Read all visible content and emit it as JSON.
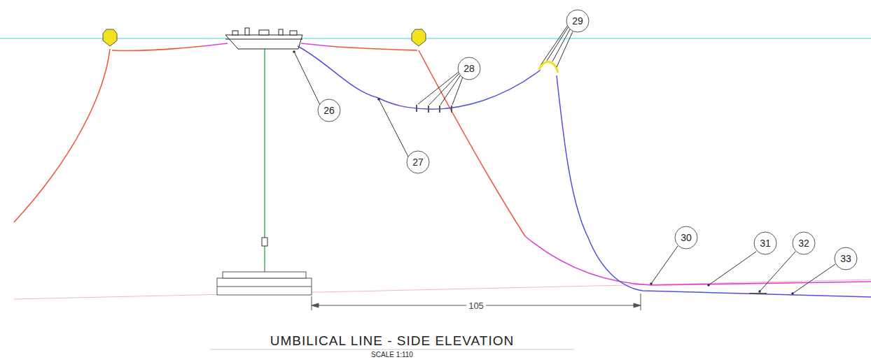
{
  "diagram": {
    "title": "UMBILICAL LINE - SIDE ELEVATION",
    "caption": "SCALE 1:110",
    "labels": [
      "26",
      "27",
      "28",
      "29",
      "30",
      "31",
      "32",
      "33",
      "105"
    ]
  }
}
